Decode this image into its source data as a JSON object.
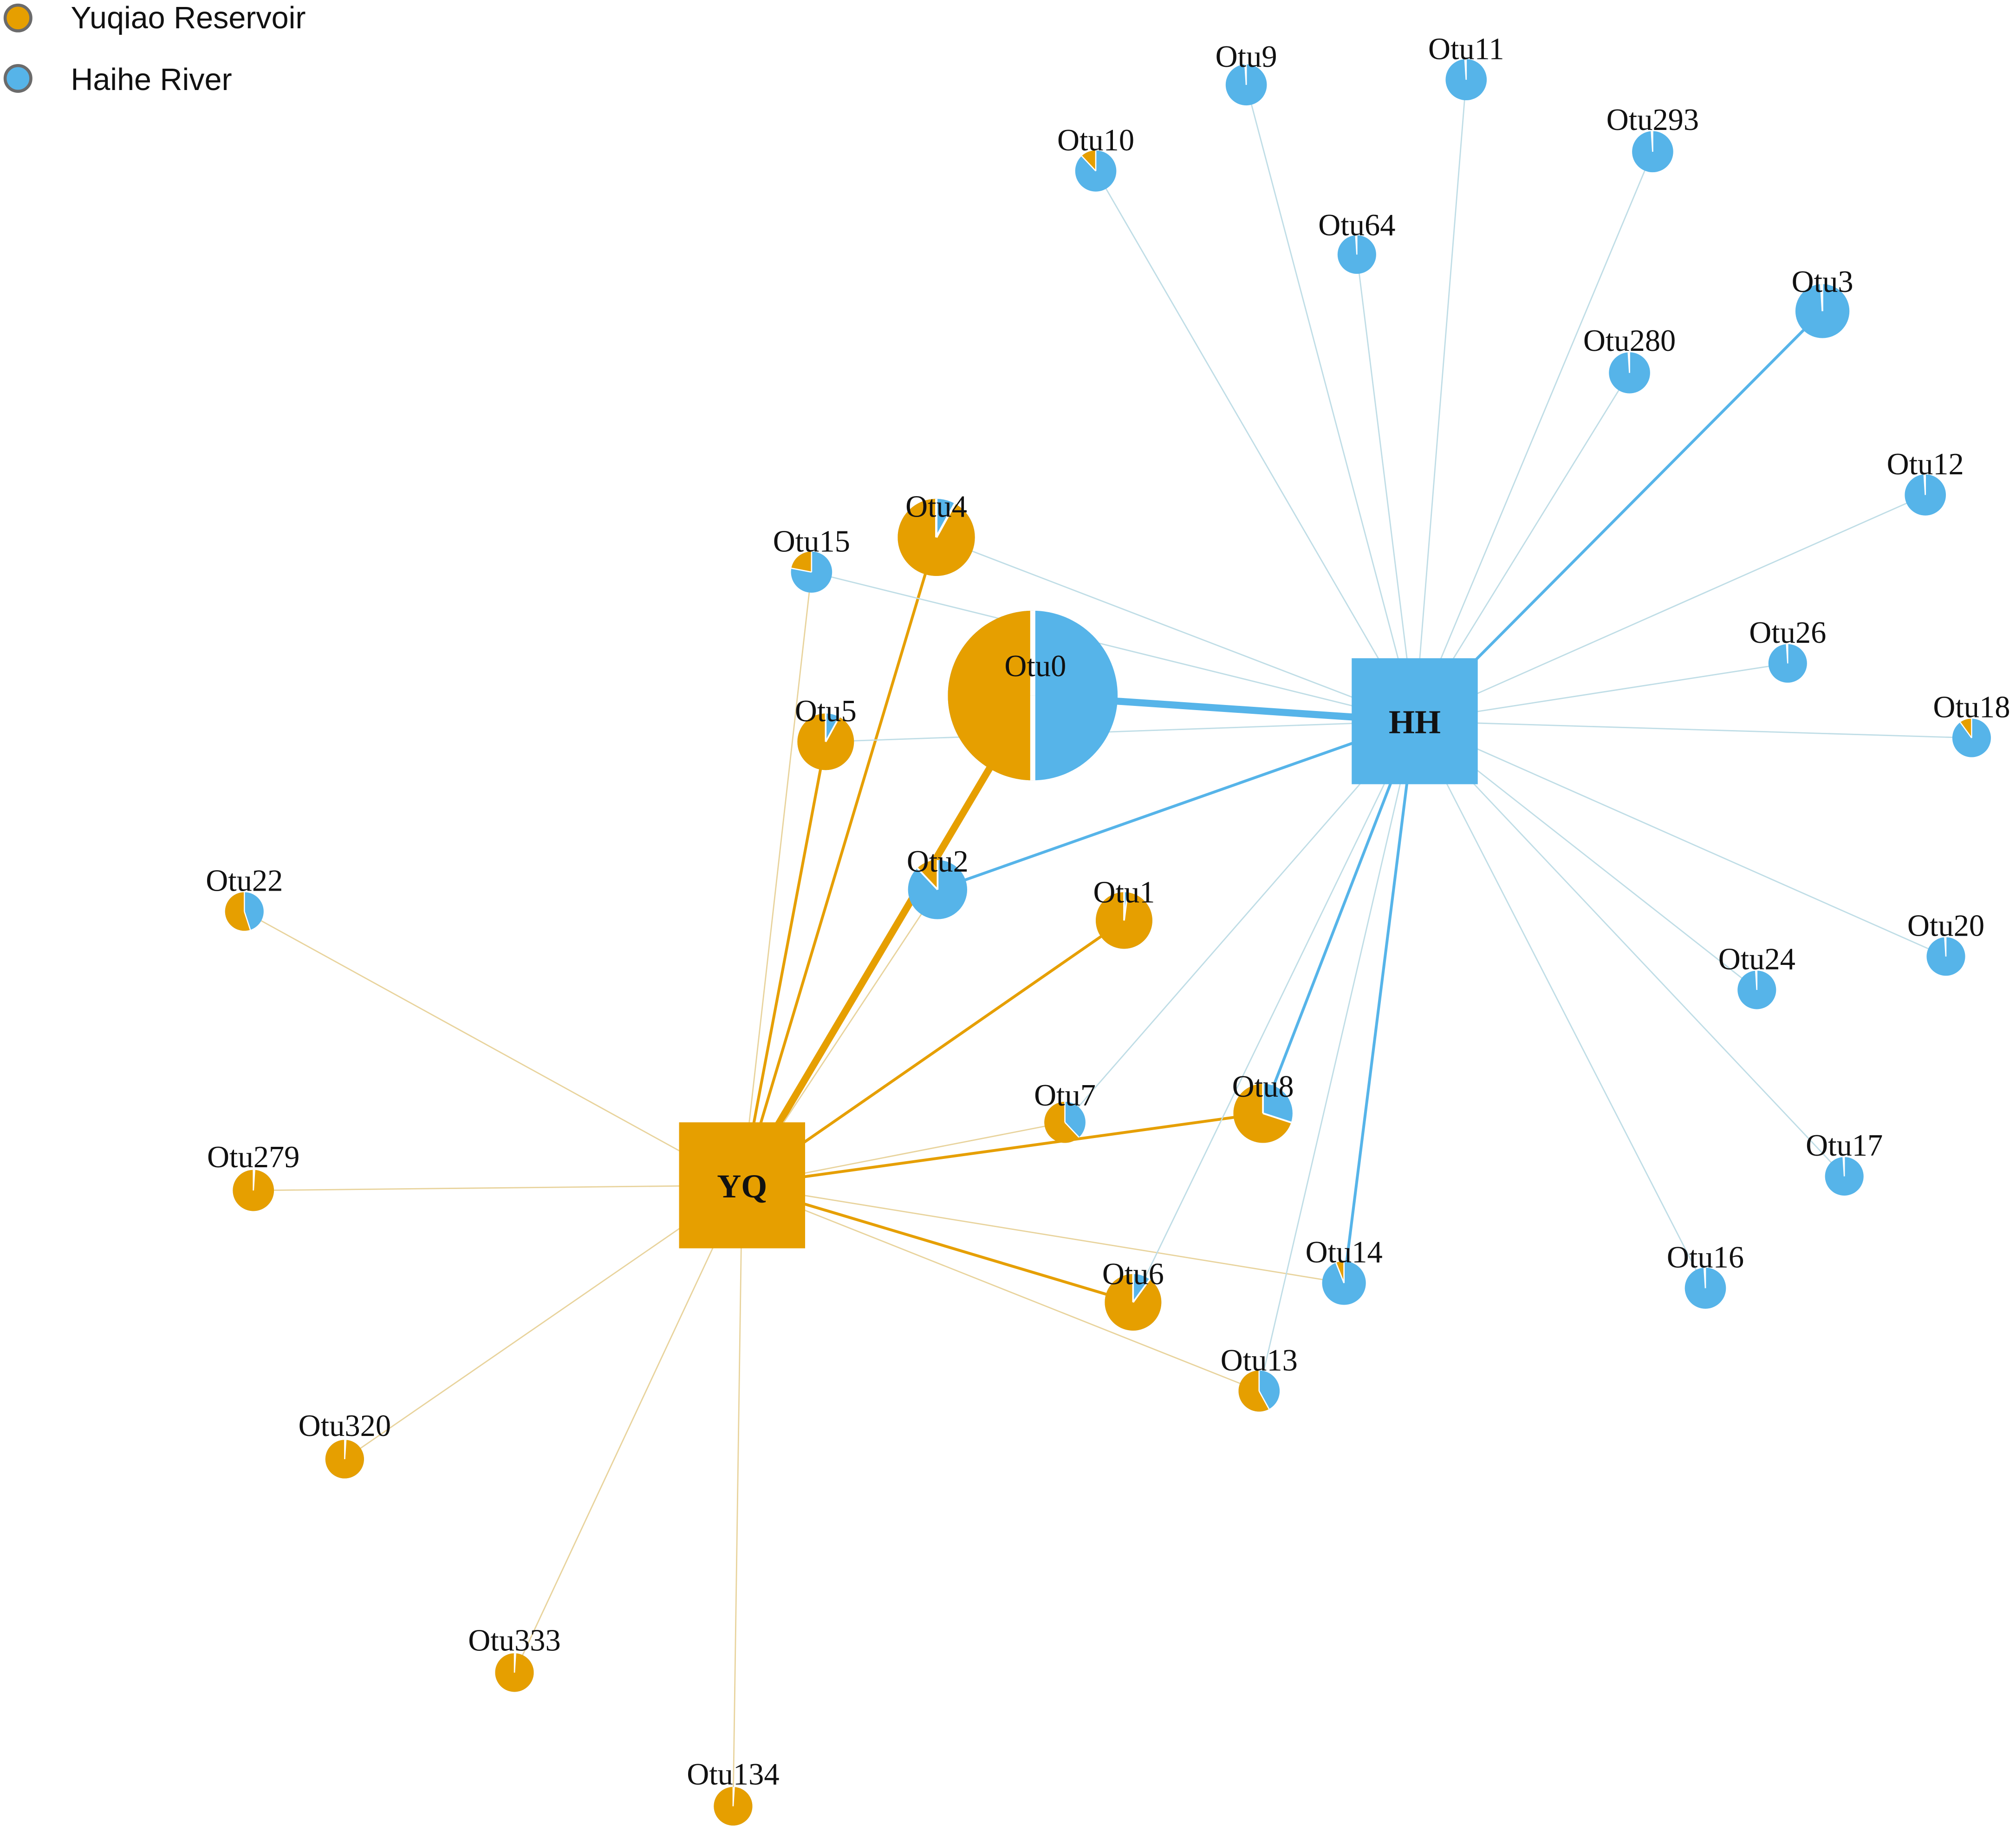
{
  "colors": {
    "yuqiao": "#E69F00",
    "haihe": "#56B4E9",
    "yuqiao_edge_light": "#E8D39C",
    "haihe_edge_light": "#BFDDE6",
    "legend_outline": "#6b6b6b",
    "divider": "#ffffff"
  },
  "legend": [
    {
      "label": "Yuqiao Reservoir",
      "color_key": "yuqiao"
    },
    {
      "label": "Haihe River",
      "color_key": "haihe"
    }
  ],
  "hubs": [
    {
      "id": "YQ",
      "label": "YQ",
      "color_key": "yuqiao"
    },
    {
      "id": "HH",
      "label": "HH",
      "color_key": "haihe"
    }
  ],
  "otus": [
    {
      "id": "Otu0",
      "label": "Otu0",
      "yq_fraction": 0.5
    },
    {
      "id": "Otu1",
      "label": "Otu1",
      "yq_fraction": 0.98
    },
    {
      "id": "Otu2",
      "label": "Otu2",
      "yq_fraction": 0.12
    },
    {
      "id": "Otu3",
      "label": "Otu3",
      "yq_fraction": 0.01
    },
    {
      "id": "Otu4",
      "label": "Otu4",
      "yq_fraction": 0.92
    },
    {
      "id": "Otu5",
      "label": "Otu5",
      "yq_fraction": 0.92
    },
    {
      "id": "Otu6",
      "label": "Otu6",
      "yq_fraction": 0.9
    },
    {
      "id": "Otu7",
      "label": "Otu7",
      "yq_fraction": 0.62
    },
    {
      "id": "Otu8",
      "label": "Otu8",
      "yq_fraction": 0.7
    },
    {
      "id": "Otu9",
      "label": "Otu9",
      "yq_fraction": 0.01
    },
    {
      "id": "Otu10",
      "label": "Otu10",
      "yq_fraction": 0.12
    },
    {
      "id": "Otu11",
      "label": "Otu11",
      "yq_fraction": 0.01
    },
    {
      "id": "Otu12",
      "label": "Otu12",
      "yq_fraction": 0.01
    },
    {
      "id": "Otu13",
      "label": "Otu13",
      "yq_fraction": 0.58
    },
    {
      "id": "Otu14",
      "label": "Otu14",
      "yq_fraction": 0.06
    },
    {
      "id": "Otu15",
      "label": "Otu15",
      "yq_fraction": 0.22
    },
    {
      "id": "Otu16",
      "label": "Otu16",
      "yq_fraction": 0.01
    },
    {
      "id": "Otu17",
      "label": "Otu17",
      "yq_fraction": 0.01
    },
    {
      "id": "Otu18",
      "label": "Otu18",
      "yq_fraction": 0.1
    },
    {
      "id": "Otu20",
      "label": "Otu20",
      "yq_fraction": 0.01
    },
    {
      "id": "Otu22",
      "label": "Otu22",
      "yq_fraction": 0.55
    },
    {
      "id": "Otu24",
      "label": "Otu24",
      "yq_fraction": 0.01
    },
    {
      "id": "Otu26",
      "label": "Otu26",
      "yq_fraction": 0.01
    },
    {
      "id": "Otu64",
      "label": "Otu64",
      "yq_fraction": 0.01
    },
    {
      "id": "Otu134",
      "label": "Otu134",
      "yq_fraction": 0.99
    },
    {
      "id": "Otu279",
      "label": "Otu279",
      "yq_fraction": 0.99
    },
    {
      "id": "Otu280",
      "label": "Otu280",
      "yq_fraction": 0.01
    },
    {
      "id": "Otu293",
      "label": "Otu293",
      "yq_fraction": 0.01
    },
    {
      "id": "Otu320",
      "label": "Otu320",
      "yq_fraction": 0.99
    },
    {
      "id": "Otu333",
      "label": "Otu333",
      "yq_fraction": 0.99
    }
  ],
  "edges": [
    {
      "from": "YQ",
      "to": "Otu0",
      "style": "strong"
    },
    {
      "from": "YQ",
      "to": "Otu4",
      "style": "medium"
    },
    {
      "from": "YQ",
      "to": "Otu5",
      "style": "medium"
    },
    {
      "from": "YQ",
      "to": "Otu1",
      "style": "medium"
    },
    {
      "from": "YQ",
      "to": "Otu6",
      "style": "medium"
    },
    {
      "from": "YQ",
      "to": "Otu8",
      "style": "medium"
    },
    {
      "from": "YQ",
      "to": "Otu2",
      "style": "light"
    },
    {
      "from": "YQ",
      "to": "Otu7",
      "style": "light"
    },
    {
      "from": "YQ",
      "to": "Otu13",
      "style": "light"
    },
    {
      "from": "YQ",
      "to": "Otu14",
      "style": "light"
    },
    {
      "from": "YQ",
      "to": "Otu15",
      "style": "light"
    },
    {
      "from": "YQ",
      "to": "Otu22",
      "style": "light"
    },
    {
      "from": "YQ",
      "to": "Otu279",
      "style": "light"
    },
    {
      "from": "YQ",
      "to": "Otu320",
      "style": "light"
    },
    {
      "from": "YQ",
      "to": "Otu333",
      "style": "light"
    },
    {
      "from": "YQ",
      "to": "Otu134",
      "style": "light"
    },
    {
      "from": "HH",
      "to": "Otu0",
      "style": "strong"
    },
    {
      "from": "HH",
      "to": "Otu2",
      "style": "medium"
    },
    {
      "from": "HH",
      "to": "Otu3",
      "style": "medium"
    },
    {
      "from": "HH",
      "to": "Otu8",
      "style": "medium"
    },
    {
      "from": "HH",
      "to": "Otu14",
      "style": "medium"
    },
    {
      "from": "HH",
      "to": "Otu4",
      "style": "light"
    },
    {
      "from": "HH",
      "to": "Otu5",
      "style": "light"
    },
    {
      "from": "HH",
      "to": "Otu7",
      "style": "light"
    },
    {
      "from": "HH",
      "to": "Otu6",
      "style": "light"
    },
    {
      "from": "HH",
      "to": "Otu13",
      "style": "light"
    },
    {
      "from": "HH",
      "to": "Otu9",
      "style": "light"
    },
    {
      "from": "HH",
      "to": "Otu10",
      "style": "light"
    },
    {
      "from": "HH",
      "to": "Otu11",
      "style": "light"
    },
    {
      "from": "HH",
      "to": "Otu12",
      "style": "light"
    },
    {
      "from": "HH",
      "to": "Otu15",
      "style": "light"
    },
    {
      "from": "HH",
      "to": "Otu16",
      "style": "light"
    },
    {
      "from": "HH",
      "to": "Otu17",
      "style": "light"
    },
    {
      "from": "HH",
      "to": "Otu18",
      "style": "light"
    },
    {
      "from": "HH",
      "to": "Otu20",
      "style": "light"
    },
    {
      "from": "HH",
      "to": "Otu24",
      "style": "light"
    },
    {
      "from": "HH",
      "to": "Otu26",
      "style": "light"
    },
    {
      "from": "HH",
      "to": "Otu64",
      "style": "light"
    },
    {
      "from": "HH",
      "to": "Otu280",
      "style": "light"
    },
    {
      "from": "HH",
      "to": "Otu293",
      "style": "light"
    }
  ]
}
